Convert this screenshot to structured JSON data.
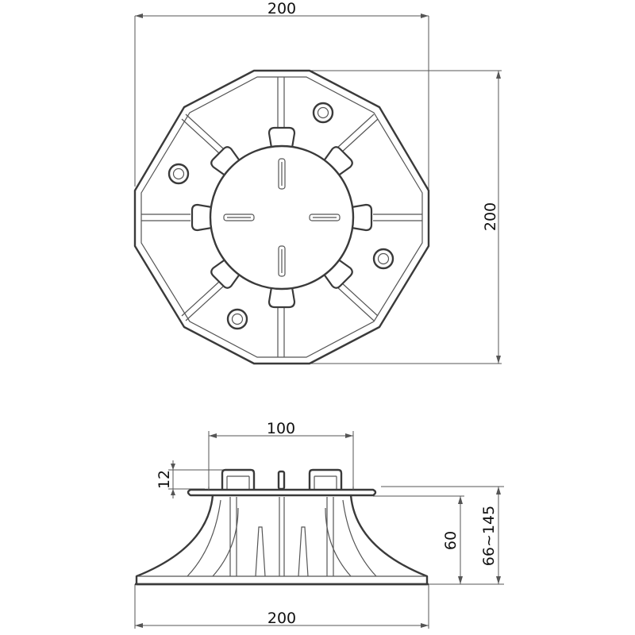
{
  "top_view": {
    "width_label": "200",
    "height_label": "200"
  },
  "side_view": {
    "head_width_label": "100",
    "head_height_label": "12",
    "base_height_label": "60",
    "adjust_range_label": "66~145",
    "base_width_label": "200"
  },
  "colors": {
    "line": "#3a3a3a",
    "dimension": "#555555",
    "background": "#ffffff"
  }
}
